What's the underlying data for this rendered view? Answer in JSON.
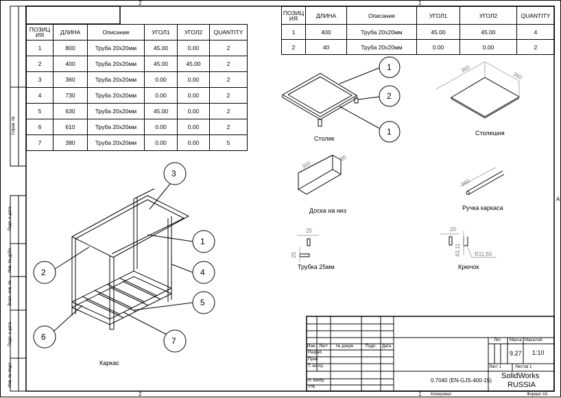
{
  "zones": {
    "top_left": "2",
    "top_right": "1",
    "bottom_left": "2",
    "bottom_right": "1",
    "side": "A"
  },
  "side_strip": {
    "sprav": "Справ. №",
    "podp_data_1": "Подп. и дата",
    "inv_dubl": "Инв. № дубл.",
    "vzam_inv": "Взам. инв. №",
    "podp_data_2": "Подп. и дата",
    "inv_podl": "Инв. № подл."
  },
  "bom_left": {
    "headers": [
      "ПОЗИЦ ИЯ",
      "ДЛИНА",
      "Описание",
      "УГОЛ1",
      "УГОЛ2",
      "QUANTITY"
    ],
    "rows": [
      [
        "1",
        "800",
        "Труба 20x20мм",
        "45.00",
        "0.00",
        "2"
      ],
      [
        "2",
        "400",
        "Труба 20x20мм",
        "45.00",
        "45.00",
        "2"
      ],
      [
        "3",
        "360",
        "Труба 20x20мм",
        "0.00",
        "0.00",
        "2"
      ],
      [
        "4",
        "730",
        "Труба 20x20мм",
        "0.00",
        "0.00",
        "2"
      ],
      [
        "5",
        "630",
        "Труба 20x20мм",
        "45.00",
        "0.00",
        "2"
      ],
      [
        "6",
        "610",
        "Труба 20x20мм",
        "0.00",
        "0.00",
        "2"
      ],
      [
        "7",
        "380",
        "Труба 20x20мм",
        "0.00",
        "0.00",
        "5"
      ]
    ]
  },
  "bom_right": {
    "headers": [
      "ПОЗИЦ ИЯ",
      "ДЛИНА",
      "Описание",
      "УГОЛ1",
      "УГОЛ2",
      "QUANTITY"
    ],
    "rows": [
      [
        "1",
        "400",
        "Труба 20x20мм",
        "45.00",
        "45.00",
        "4"
      ],
      [
        "2",
        "40",
        "Труба 20x20мм",
        "0.00",
        "0.00",
        "2"
      ]
    ]
  },
  "views": {
    "karkas": {
      "label": "Каркас",
      "balloons": [
        "3",
        "1",
        "4",
        "5",
        "2",
        "6",
        "7"
      ]
    },
    "stolik": {
      "label": "Столик",
      "balloons": [
        "1",
        "2",
        "1"
      ]
    },
    "stoleshnya": {
      "label": "Столешня",
      "dims": [
        "360",
        "360"
      ]
    },
    "doska": {
      "label": "Доска на низ",
      "dims": [
        "360",
        "85"
      ]
    },
    "ruchka": {
      "label": "Ручка каркаса",
      "dims": [
        "360"
      ]
    },
    "trubka": {
      "label": "Трубка 25мм",
      "dims": [
        "25",
        "25"
      ]
    },
    "kryuchok": {
      "label": "Крючок",
      "dims": [
        "20",
        "43,11",
        "R11,50"
      ]
    }
  },
  "title_block": {
    "izm": "Изм.",
    "list": "Лист",
    "n_dokum": "№ докум.",
    "podp": "Подп.",
    "data": "Дата",
    "razrab": "Разраб.",
    "prov": "Пров.",
    "t_kontr": "Т. контр.",
    "n_kontr": "Н. контр.",
    "utv": "Утв.",
    "lit": "Лит.",
    "massa": "Масса",
    "masshtab": "Масштаб",
    "massa_value": "9.27",
    "masshtab_value": "1:10",
    "list_n": "Лист 1",
    "listov": "Листов 1",
    "material": "0.7040 (EN-GJS-400-15)",
    "company_1": "SolidWorks",
    "company_2": "RUSSIA",
    "kopiroval": "Копировал",
    "format": "Формат A3"
  }
}
